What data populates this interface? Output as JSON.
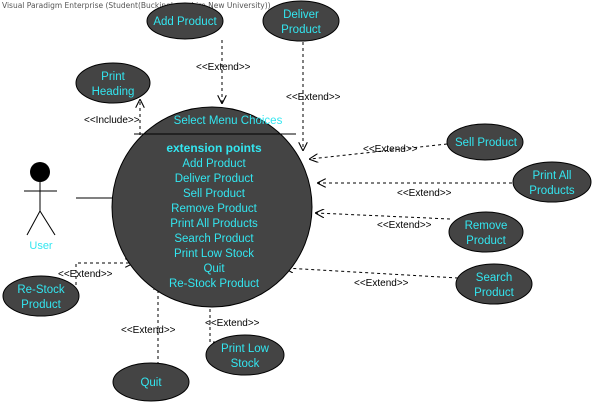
{
  "watermark": "Visual Paradigm Enterprise (Student(Buckinghamshire New University))",
  "actor": {
    "label": "User"
  },
  "main_use_case": {
    "title": "Select Menu Choices",
    "extension_heading": "extension points",
    "extension_points": [
      "Add Product",
      "Deliver Product",
      "Sell Product",
      "Remove Product",
      "Print All Products",
      "Search Product",
      "Print Low Stock",
      "Quit",
      "Re-Stock Product"
    ]
  },
  "use_cases": {
    "add_product": [
      "Add Product"
    ],
    "deliver_product": [
      "Deliver",
      "Product"
    ],
    "print_heading": [
      "Print",
      "Heading"
    ],
    "sell_product": [
      "Sell Product"
    ],
    "print_all_products": [
      "Print All",
      "Products"
    ],
    "remove_product": [
      "Remove",
      "Product"
    ],
    "search_product": [
      "Search",
      "Product"
    ],
    "restock_product": [
      "Re-Stock",
      "Product"
    ],
    "quit": [
      "Quit"
    ],
    "print_low_stock": [
      "Print Low",
      "Stock"
    ]
  },
  "relationships": {
    "include": "<<Include>>",
    "extend": "<<Extend>>"
  },
  "colors": {
    "use_case_fill": "#444444",
    "use_case_text": "#33e6f0",
    "line": "#000000"
  }
}
